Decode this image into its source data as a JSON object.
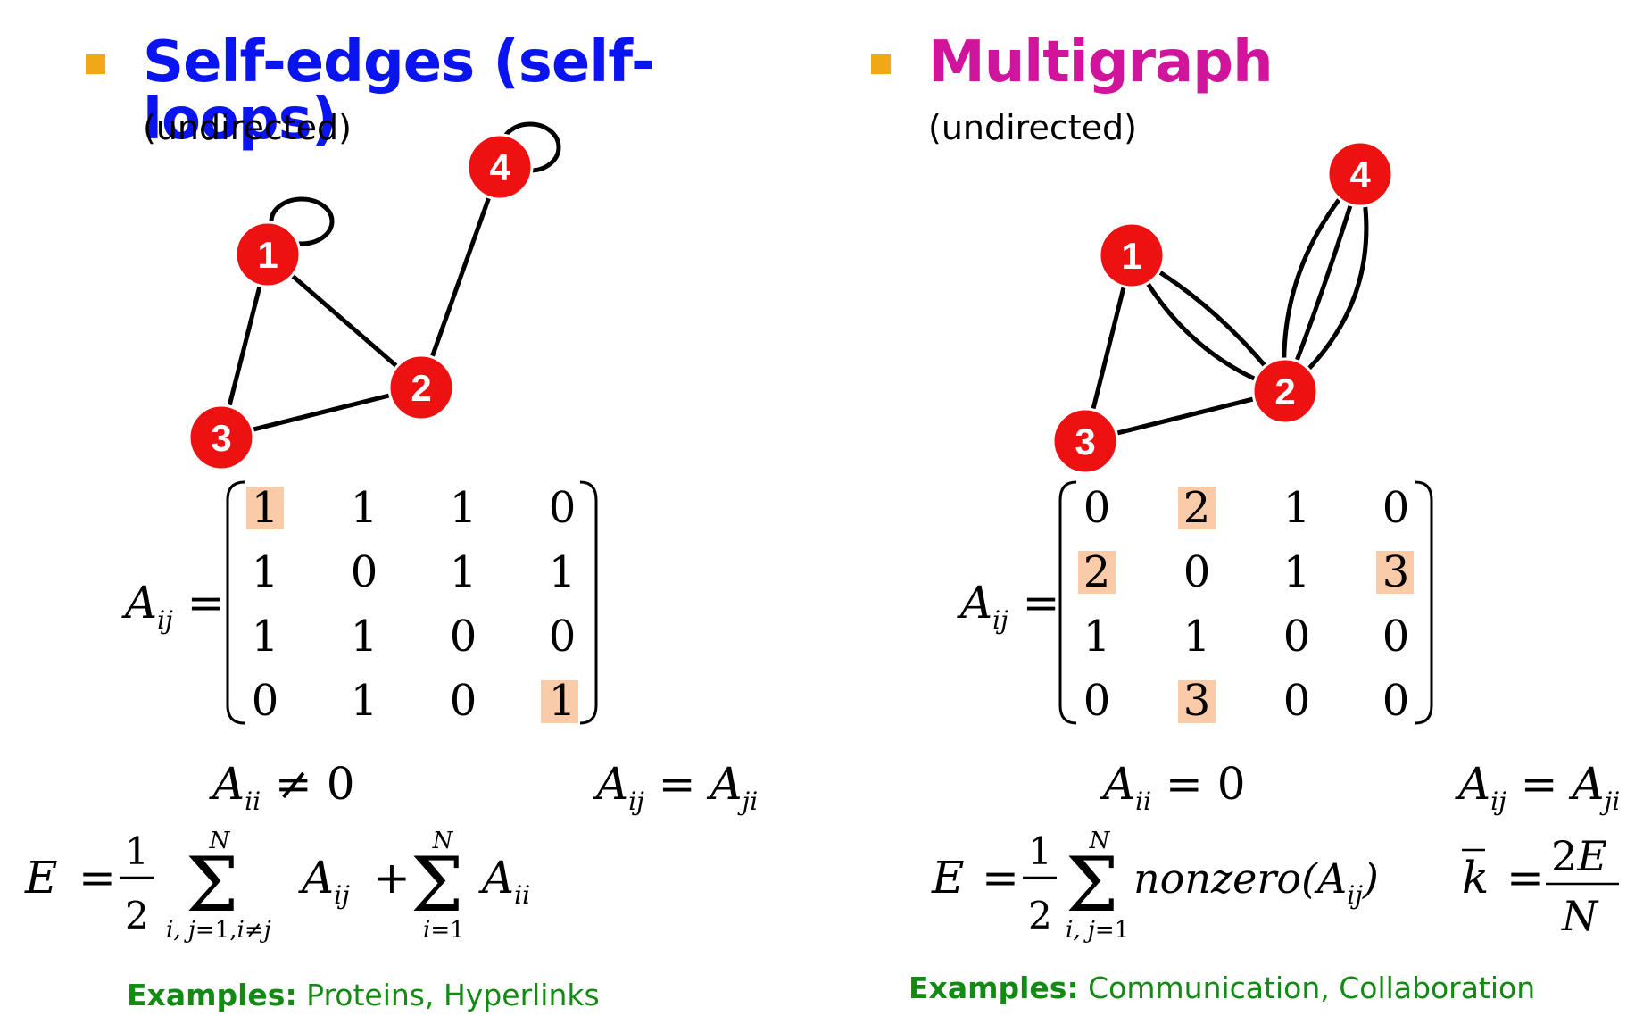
{
  "left": {
    "title": "Self-edges (self-loops)",
    "subtitle": "(undirected)",
    "title_color": "#0A14F0",
    "node_labels": [
      "1",
      "2",
      "3",
      "4"
    ],
    "matrix_lhs": "A",
    "matrix_lhs_sub": "ij",
    "matrix": [
      [
        "1",
        "1",
        "1",
        "0"
      ],
      [
        "1",
        "0",
        "1",
        "1"
      ],
      [
        "1",
        "1",
        "0",
        "0"
      ],
      [
        "0",
        "1",
        "0",
        "1"
      ]
    ],
    "eq1": "A_ii ≠ 0",
    "eq2": "A_ij = A_ji",
    "edge_formula": "E = 1/2 Σ_{i,j=1,i≠j}^{N} A_ij + Σ_{i=1}^{N} A_ii",
    "examples_label": "Examples:",
    "examples_text": " Proteins, Hyperlinks"
  },
  "right": {
    "title": "Multigraph",
    "subtitle": "(undirected)",
    "title_color": "#D0149C",
    "node_labels": [
      "1",
      "2",
      "3",
      "4"
    ],
    "matrix_lhs": "A",
    "matrix_lhs_sub": "ij",
    "matrix": [
      [
        "0",
        "2",
        "1",
        "0"
      ],
      [
        "2",
        "0",
        "1",
        "3"
      ],
      [
        "1",
        "1",
        "0",
        "0"
      ],
      [
        "0",
        "3",
        "0",
        "0"
      ]
    ],
    "eq1": "A_ii = 0",
    "eq2": "A_ij = A_ji",
    "edge_formula": "E = 1/2 Σ_{i,j=1}^{N} nonzero(A_ij)",
    "degree_formula": "k̄ = 2E/N",
    "examples_label": "Examples:",
    "examples_text": " Communication, Collaboration"
  },
  "colors": {
    "node_fill": "#EE1111",
    "node_text": "#FFFFFF",
    "bullet": "#F0A816",
    "highlight": "#F9CBA8",
    "examples": "#138A13"
  }
}
